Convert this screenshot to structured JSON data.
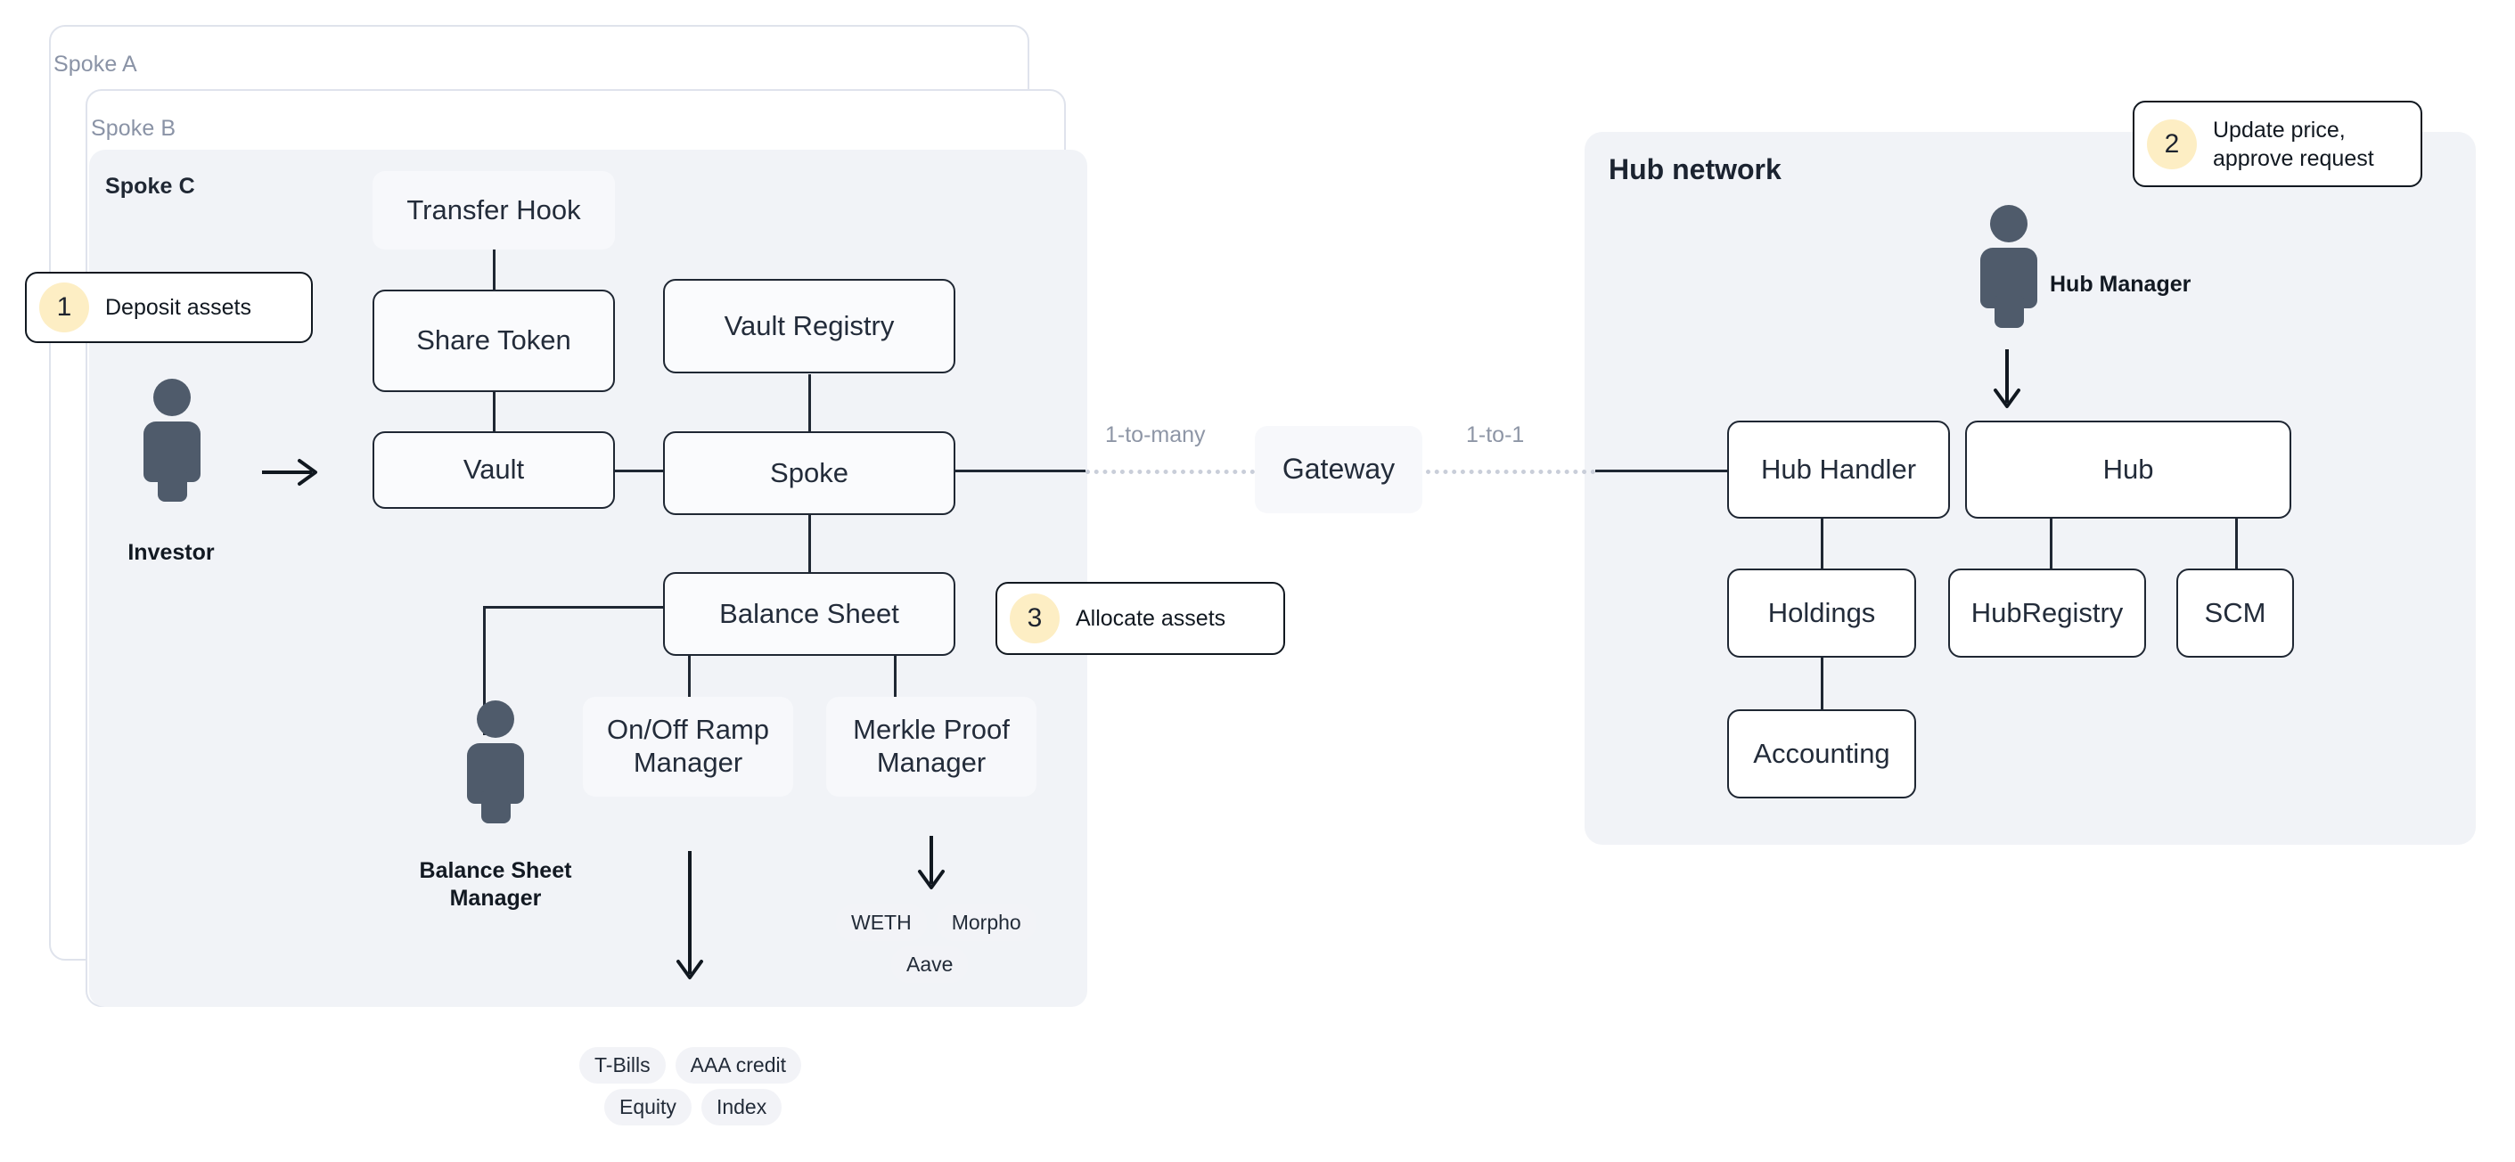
{
  "spokes": {
    "outer_label": "Spoke A",
    "middle_label": "Spoke B",
    "inner_label": "Spoke C"
  },
  "hub": {
    "title": "Hub network"
  },
  "actors": {
    "investor": "Investor",
    "balance_sheet_manager": "Balance Sheet\nManager",
    "hub_manager": "Hub Manager"
  },
  "callouts": [
    {
      "number": "1",
      "text": "Deposit assets"
    },
    {
      "number": "2",
      "text": "Update price,\napprove request"
    },
    {
      "number": "3",
      "text": "Allocate assets"
    }
  ],
  "spoke_nodes": {
    "transfer_hook": "Transfer Hook",
    "share_token": "Share Token",
    "vault_registry": "Vault Registry",
    "vault": "Vault",
    "spoke": "Spoke",
    "balance_sheet": "Balance Sheet",
    "onoff_ramp_manager": "On/Off Ramp\nManager",
    "merkle_proof_manager": "Merkle Proof\nManager"
  },
  "gateway": {
    "label": "Gateway",
    "left_relation": "1-to-many",
    "right_relation": "1-to-1"
  },
  "hub_nodes": {
    "hub_handler": "Hub Handler",
    "hub": "Hub",
    "holdings": "Holdings",
    "hub_registry": "HubRegistry",
    "scm": "SCM",
    "accounting": "Accounting"
  },
  "protocol_chips": [
    "WETH",
    "Morpho",
    "Aave"
  ],
  "asset_chips": [
    "T-Bills",
    "AAA credit",
    "Equity",
    "Index"
  ],
  "colors": {
    "panel_bg": "#f1f3f7",
    "node_border": "#1f2733",
    "node_bg": "#fafbfd",
    "soft_node_bg": "#f7f8fb",
    "chip_bg": "#f2f3f7",
    "callout_badge": "#fdeec4",
    "person": "#4f5b6b",
    "muted_text": "#8a93a6",
    "dotted_line": "#c9ced9"
  }
}
